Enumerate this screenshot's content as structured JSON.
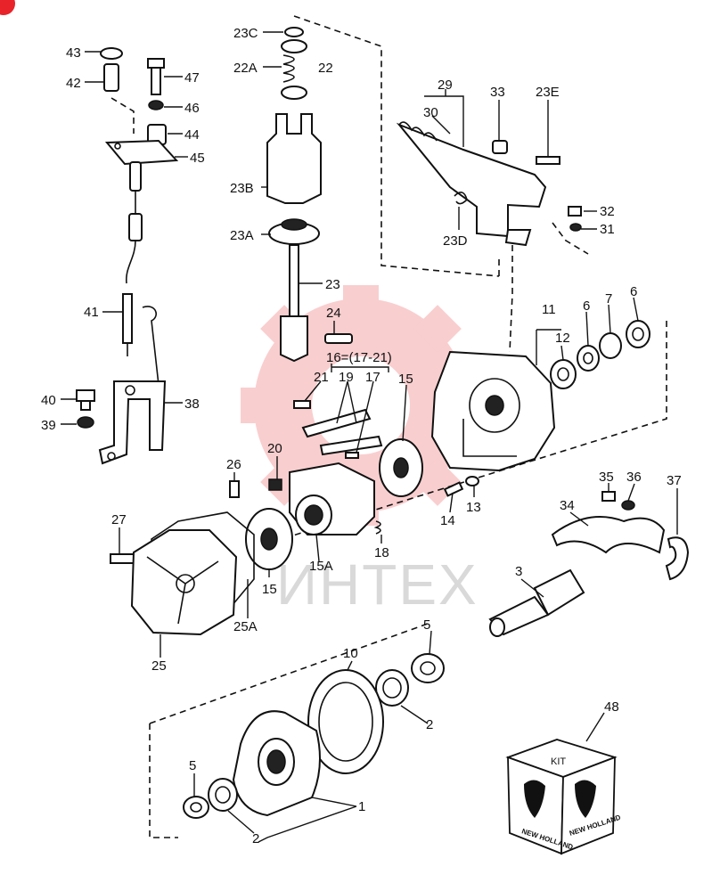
{
  "watermark": {
    "text": "ИНТЕХ",
    "color": "#e8232a"
  },
  "kit_box": {
    "label": "KIT",
    "brand": "NEW HOLLAND",
    "callout": "48"
  },
  "callouts": {
    "c43": "43",
    "c42": "42",
    "c47": "47",
    "c46": "46",
    "c44": "44",
    "c45": "45",
    "c41": "41",
    "c40": "40",
    "c39": "39",
    "c38": "38",
    "c23C": "23C",
    "c22A": "22A",
    "c22": "22",
    "c23B": "23B",
    "c23A": "23A",
    "c23": "23",
    "c24": "24",
    "c16": "16=(17-21)",
    "c21": "21",
    "c19": "19",
    "c17": "17",
    "c15a": "15",
    "c20": "20",
    "c26": "26",
    "c27": "27",
    "c15b": "15",
    "c15A": "15A",
    "c18": "18",
    "c25A": "25A",
    "c25": "25",
    "c29": "29",
    "c30": "30",
    "c33": "33",
    "c23E": "23E",
    "c32": "32",
    "c31": "31",
    "c23D": "23D",
    "c11": "11",
    "c12": "12",
    "c6a": "6",
    "c7": "7",
    "c6b": "6",
    "c14": "14",
    "c13": "13",
    "c35": "35",
    "c36": "36",
    "c37": "37",
    "c34": "34",
    "c3": "3",
    "c10": "10",
    "c5a": "5",
    "c2a": "2",
    "c1": "1",
    "c5b": "5",
    "c2b": "2"
  }
}
